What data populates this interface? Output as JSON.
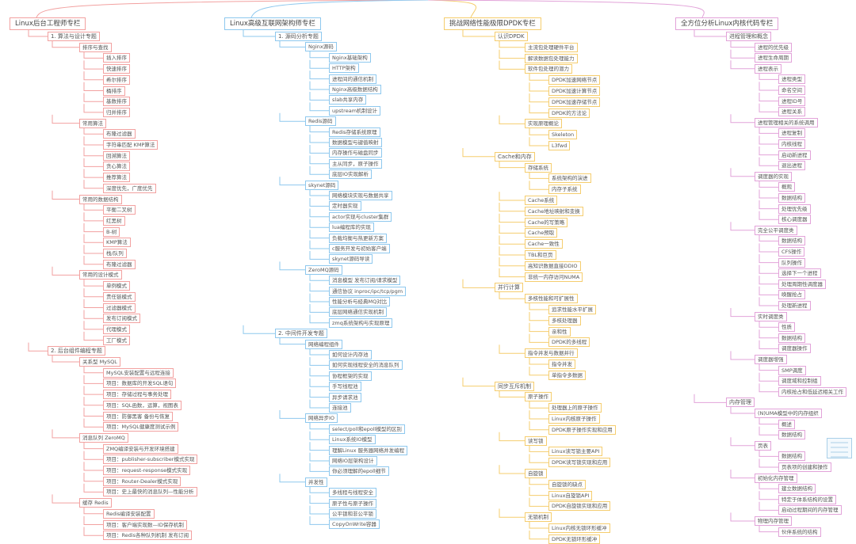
{
  "colors": {
    "c0": "#f2a1a0",
    "c1": "#8ec8ee",
    "c2": "#f5cd6e",
    "c3": "#e2a3d9"
  },
  "tree": [
    {
      "text": "Linux后台工程师专栏",
      "children": [
        {
          "text": "1. 算法与设计专题",
          "children": [
            {
              "text": "排序与查找",
              "children": [
                {
                  "text": "插入排序"
                },
                {
                  "text": "快速排序"
                },
                {
                  "text": "希尔排序"
                },
                {
                  "text": "桶排序"
                },
                {
                  "text": "基数排序"
                },
                {
                  "text": "归并排序"
                }
              ]
            },
            {
              "text": "常用算法",
              "children": [
                {
                  "text": "布隆过滤器"
                },
                {
                  "text": "字符串匹配 KMP算法"
                },
                {
                  "text": "回溯算法"
                },
                {
                  "text": "贪心算法"
                },
                {
                  "text": "推荐算法"
                },
                {
                  "text": "深度优先，广度优先"
                }
              ]
            },
            {
              "text": "常用的数据结构",
              "children": [
                {
                  "text": "平衡二叉树"
                },
                {
                  "text": "红黑树"
                },
                {
                  "text": "B-树"
                },
                {
                  "text": "KMP算法"
                },
                {
                  "text": "栈/队列"
                },
                {
                  "text": "布隆过滤器"
                }
              ]
            },
            {
              "text": "常用的设计模式",
              "children": [
                {
                  "text": "单例模式"
                },
                {
                  "text": "责任链模式"
                },
                {
                  "text": "过滤器模式"
                },
                {
                  "text": "发布订阅模式"
                },
                {
                  "text": "代理模式"
                },
                {
                  "text": "工厂模式"
                }
              ]
            }
          ]
        },
        {
          "text": "2. 后台组件编程专题",
          "children": [
            {
              "text": "关系型 MySQL",
              "children": [
                {
                  "text": "MySQL安装配置与远程连接"
                },
                {
                  "text": "项目：数据库的开发SQL语句"
                },
                {
                  "text": "项目：存储过程与事务处理"
                },
                {
                  "text": "项目：SQL函数，运算，视图表"
                },
                {
                  "text": "项目：防御黑客 备份与恢复"
                },
                {
                  "text": "项目：MySQL健康度测试示例"
                }
              ]
            },
            {
              "text": "消息队列 ZeroMQ",
              "children": [
                {
                  "text": "ZMQ编译安装与开发环境搭建"
                },
                {
                  "text": "项目：publisher-subscriber模式实现"
                },
                {
                  "text": "项目：request-response模式实现"
                },
                {
                  "text": "项目：Router-Dealer模式实现"
                },
                {
                  "text": "项目：史上最快的消息队列—性能分析"
                }
              ]
            },
            {
              "text": "缓存 Redis",
              "children": [
                {
                  "text": "Redis编译安装配置"
                },
                {
                  "text": "项目：客户端实现数—ID保存机制"
                },
                {
                  "text": "项目：Redis各种队列机制 发布订阅"
                }
              ]
            }
          ]
        }
      ]
    },
    {
      "text": "Linux高级互联网架构师专栏",
      "children": [
        {
          "text": "1. 源码分析专题",
          "children": [
            {
              "text": "Nginx源码",
              "children": [
                {
                  "text": "Nginx基础架构"
                },
                {
                  "text": "HTTP架构"
                },
                {
                  "text": "进程间的通信机制"
                },
                {
                  "text": "Nginx高级数据结构"
                },
                {
                  "text": "slab共享内存"
                },
                {
                  "text": "upstream机制设计"
                }
              ]
            },
            {
              "text": "Redis源码",
              "children": [
                {
                  "text": "Redis存储系统原理"
                },
                {
                  "text": "数据模型与键值映射"
                },
                {
                  "text": "内存操作与磁盘同步"
                },
                {
                  "text": "主从同步，原子操作"
                },
                {
                  "text": "底层IO实现解析"
                }
              ]
            },
            {
              "text": "skynet源码",
              "children": [
                {
                  "text": "网络模块实现与数据共享"
                },
                {
                  "text": "定时器实现"
                },
                {
                  "text": "actor实现与cluster集群"
                },
                {
                  "text": "lua编程库的实现"
                },
                {
                  "text": "负载均衡与热更新方案"
                },
                {
                  "text": "c服务开发与初始客户端"
                },
                {
                  "text": "skynet源码导读"
                }
              ]
            },
            {
              "text": "ZeroMQ源码",
              "children": [
                {
                  "text": "消息模型 发布订阅/请求模型"
                },
                {
                  "text": "通信协议 inproc/ipc/tcp/pgm"
                },
                {
                  "text": "性能分析与经典MQ对比"
                },
                {
                  "text": "底层网络通信实现机制"
                },
                {
                  "text": "zmq系统架构与实现原理"
                }
              ]
            }
          ]
        },
        {
          "text": "2. 中间件开发专题",
          "children": [
            {
              "text": "网络编程组件",
              "children": [
                {
                  "text": "如何设计内存池"
                },
                {
                  "text": "如何实现线程安全的消息队列"
                },
                {
                  "text": "协程框架的实现"
                },
                {
                  "text": "手写线程池"
                },
                {
                  "text": "异步请求池"
                },
                {
                  "text": "连接池"
                }
              ]
            },
            {
              "text": "网络异步IO",
              "children": [
                {
                  "text": "select/poll和epoll模型的区别"
                },
                {
                  "text": "Linux系统IO模型"
                },
                {
                  "text": "理解Linux 服务器网络并发编程"
                },
                {
                  "text": "网络IO层架构设计"
                },
                {
                  "text": "你必须理解的epoll细节"
                }
              ]
            },
            {
              "text": "并发性",
              "children": [
                {
                  "text": "多线程与线程安全"
                },
                {
                  "text": "原子性与原子操作"
                },
                {
                  "text": "公平锁和非公平锁"
                },
                {
                  "text": "CopyOnWrite容器"
                }
              ]
            }
          ]
        }
      ]
    },
    {
      "text": "挑战网络性能极限DPDK专栏",
      "children": [
        {
          "text": "认识DPDK",
          "children": [
            {
              "text": "主流包处理硬件平台"
            },
            {
              "text": "解读数据包处理能力"
            },
            {
              "text": "软件包处理的潜力",
              "children": [
                {
                  "text": "DPDK加速网络节点"
                },
                {
                  "text": "DPDK加速计算节点"
                },
                {
                  "text": "DPDK加速存储节点"
                },
                {
                  "text": "DPDK的方法论"
                }
              ]
            },
            {
              "text": "实现原理概论",
              "children": [
                {
                  "text": "Skeleton"
                },
                {
                  "text": "L3fwd"
                }
              ]
            }
          ]
        },
        {
          "text": "Cache和内存",
          "children": [
            {
              "text": "存储系统",
              "children": [
                {
                  "text": "系统架构的演进"
                },
                {
                  "text": "内存子系统"
                }
              ]
            },
            {
              "text": "Cache系统"
            },
            {
              "text": "Cache地址映射和变换"
            },
            {
              "text": "Cache的写策略"
            },
            {
              "text": "Cache预取"
            },
            {
              "text": "Cache一致性"
            },
            {
              "text": "TBL和巨页"
            },
            {
              "text": "高知识数据直接DDIO"
            },
            {
              "text": "非统一内存访问NUMA"
            }
          ]
        },
        {
          "text": "并行计算",
          "children": [
            {
              "text": "多核性能和可扩展性",
              "children": [
                {
                  "text": "追求性能水平扩展"
                },
                {
                  "text": "多核处理器"
                },
                {
                  "text": "亲和性"
                },
                {
                  "text": "DPDK的多线程"
                }
              ]
            },
            {
              "text": "指令并发与数据并行",
              "children": [
                {
                  "text": "指令并发"
                },
                {
                  "text": "单指令多数据"
                }
              ]
            }
          ]
        },
        {
          "text": "同步互斥机制",
          "children": [
            {
              "text": "原子操作",
              "children": [
                {
                  "text": "处理器上的原子操作"
                },
                {
                  "text": "Linux内核原子操作"
                },
                {
                  "text": "DPDK原子操作实现和应用"
                }
              ]
            },
            {
              "text": "读写锁",
              "children": [
                {
                  "text": "Linux读写锁主要API"
                },
                {
                  "text": "DPDK读写锁实现和应用"
                }
              ]
            },
            {
              "text": "自旋锁",
              "children": [
                {
                  "text": "自旋锁的缺点"
                },
                {
                  "text": "Linux自旋锁API"
                },
                {
                  "text": "DPDK自旋锁实现和应用"
                }
              ]
            },
            {
              "text": "无锁机制",
              "children": [
                {
                  "text": "Linux内核无锁环形缓冲"
                },
                {
                  "text": "DPDK无锁环形缓冲"
                }
              ]
            }
          ]
        }
      ]
    },
    {
      "text": "全方位分析Linux内核代码专栏",
      "children": [
        {
          "text": "进程管理和概念",
          "children": [
            {
              "text": "进程的优先级"
            },
            {
              "text": "进程生命周期"
            },
            {
              "text": "进程表示",
              "children": [
                {
                  "text": "进程类型"
                },
                {
                  "text": "命名空间"
                },
                {
                  "text": "进程ID号"
                },
                {
                  "text": "进程关系"
                }
              ]
            },
            {
              "text": "进程管理相关的系统调用",
              "children": [
                {
                  "text": "进程复制"
                },
                {
                  "text": "内核线程"
                },
                {
                  "text": "启动新进程"
                },
                {
                  "text": "退出进程"
                }
              ]
            },
            {
              "text": "调度器的实现",
              "children": [
                {
                  "text": "概观"
                },
                {
                  "text": "数据结构"
                },
                {
                  "text": "处理优先级"
                },
                {
                  "text": "核心调度器"
                }
              ]
            },
            {
              "text": "完全公平调度类",
              "children": [
                {
                  "text": "数据结构"
                },
                {
                  "text": "CFS操作"
                },
                {
                  "text": "队列操作"
                },
                {
                  "text": "选择下一个进程"
                },
                {
                  "text": "处理周期性调度器"
                },
                {
                  "text": "唤醒抢占"
                },
                {
                  "text": "处理新进程"
                }
              ]
            },
            {
              "text": "实时调度类",
              "children": [
                {
                  "text": "性质"
                },
                {
                  "text": "数据结构"
                },
                {
                  "text": "调度器操作"
                }
              ]
            },
            {
              "text": "调度器增强",
              "children": [
                {
                  "text": "SMP调度"
                },
                {
                  "text": "调度域和控制组"
                },
                {
                  "text": "内核抢占和低延迟相关工作"
                }
              ]
            }
          ]
        },
        {
          "text": "内存管理",
          "children": [
            {
              "text": "(N)UMA模型中的内存组织",
              "children": [
                {
                  "text": "概述"
                },
                {
                  "text": "数据结构"
                }
              ]
            },
            {
              "text": "页表",
              "children": [
                {
                  "text": "数据结构"
                },
                {
                  "text": "页表项的创建和操作"
                }
              ]
            },
            {
              "text": "初始化内存管理",
              "children": [
                {
                  "text": "建立数据结构"
                },
                {
                  "text": "特定于体系结构的设置"
                },
                {
                  "text": "启动过程期间的内存管理"
                }
              ]
            },
            {
              "text": "物理内存管理",
              "children": [
                {
                  "text": "伙伴系统的结构"
                }
              ]
            }
          ]
        }
      ]
    }
  ]
}
